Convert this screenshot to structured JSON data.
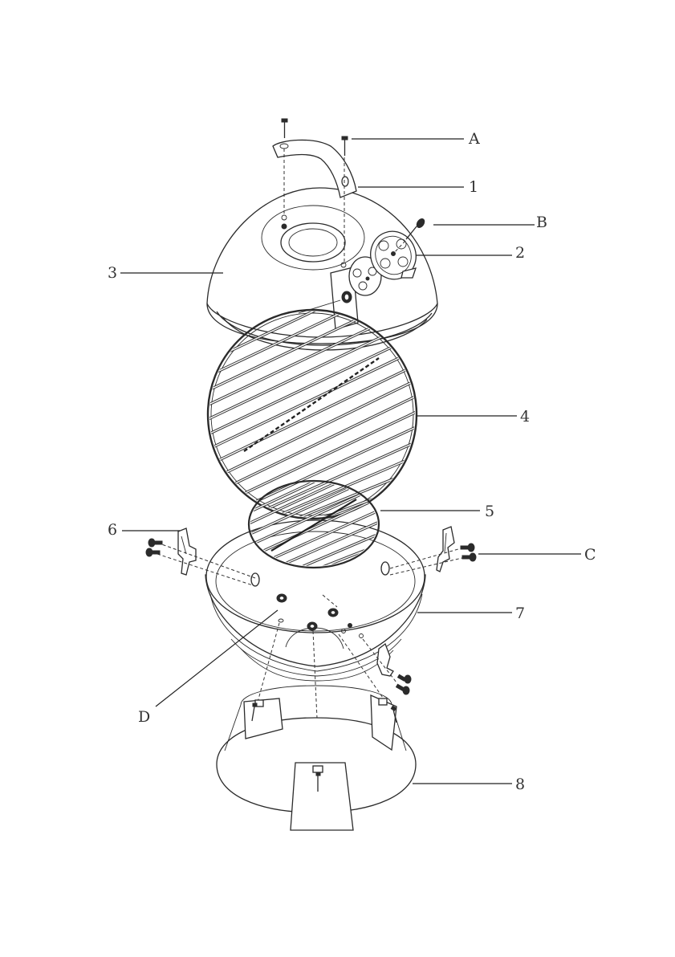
{
  "callouts": {
    "A": "A",
    "B": "B",
    "C": "C",
    "D": "D",
    "p1": "1",
    "p2": "2",
    "p3": "3",
    "p4": "4",
    "p5": "5",
    "p6": "6",
    "p7": "7",
    "p8": "8"
  }
}
